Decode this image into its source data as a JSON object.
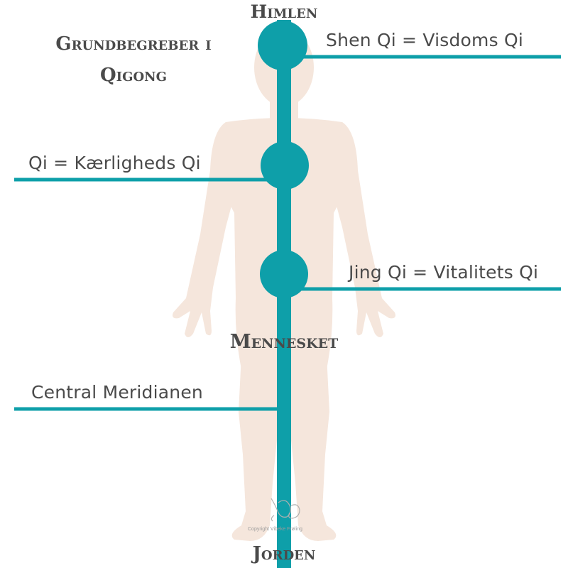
{
  "title": {
    "line1": "Grundbegreber i",
    "line2": "Qigong"
  },
  "labels": {
    "top": "Himlen",
    "human": "Mennesket",
    "bottom": "Jorden",
    "shen": "Shen Qi = Visdoms Qi",
    "qi": "Qi = Kærligheds Qi",
    "jing": "Jing Qi = Vitalitets Qi",
    "meridian": "Central Meridianen"
  },
  "copyright": "Copyright Vibeke Frøling",
  "colors": {
    "teal": "#0e9fa9",
    "body": "#f5e6dc",
    "text": "#4a4a4a",
    "background": "#ffffff"
  },
  "icons": {
    "watermark": "signature-logo-icon"
  }
}
